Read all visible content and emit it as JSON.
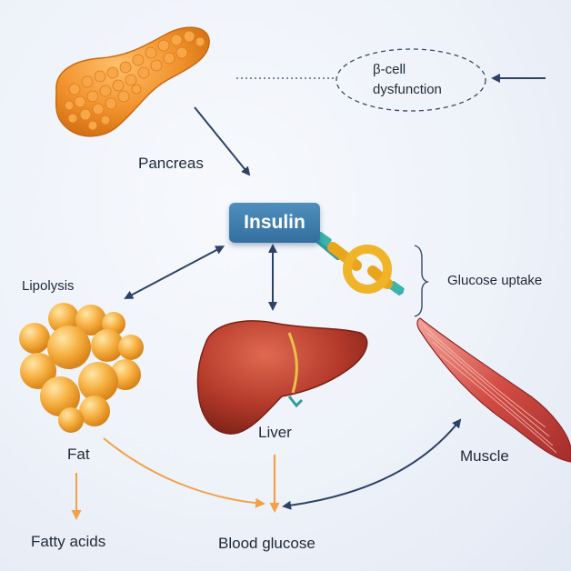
{
  "labels": {
    "pancreas": "Pancreas",
    "insulin": "Insulin",
    "beta_cell_line1": "β-cell",
    "beta_cell_line2": "dysfunction",
    "glucose_uptake": "Glucose uptake",
    "lipolysis": "Lipolysis",
    "fat": "Fat",
    "fatty_acids": "Fatty acids",
    "liver": "Liver",
    "muscle": "Muscle",
    "blood_glucose": "Blood glucose"
  },
  "colors": {
    "pancreas": "#f0902a",
    "insulin_box": "#3f7fae",
    "fat": "#f4a935",
    "liver": "#b23a2a",
    "muscle": "#d9584f",
    "receptor": "#f0b428",
    "arrow_dark": "#2d4266",
    "arrow_orange": "#f2a14a"
  }
}
